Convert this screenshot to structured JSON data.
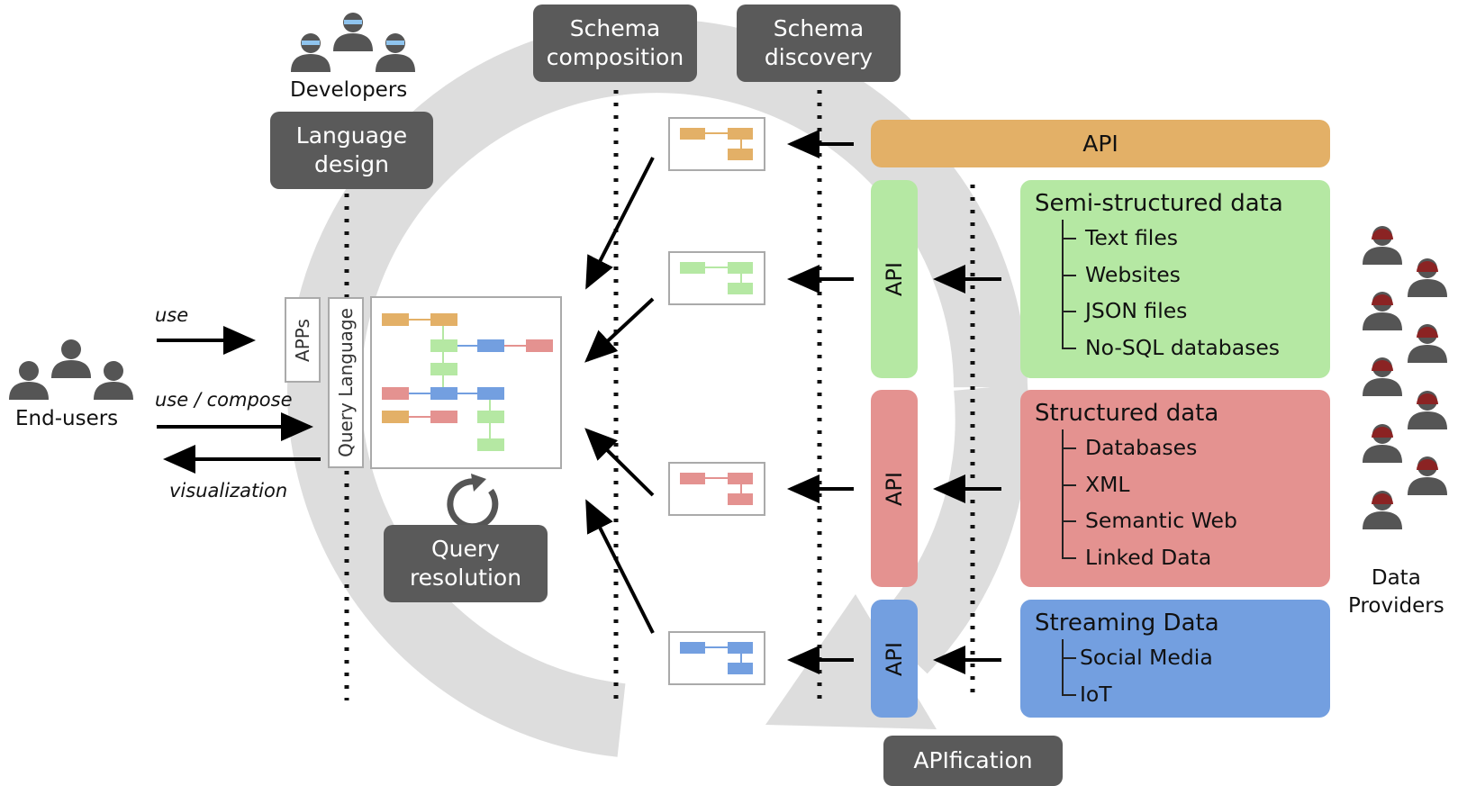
{
  "actors": {
    "developers": "Developers",
    "end_users": "End-users",
    "providers_line1": "Data",
    "providers_line2": "Providers"
  },
  "stages": {
    "language_design": [
      "Language",
      "design"
    ],
    "schema_composition": [
      "Schema",
      "composition"
    ],
    "schema_discovery": [
      "Schema",
      "discovery"
    ],
    "query_resolution": [
      "Query",
      "resolution"
    ],
    "apification": "APIfication"
  },
  "interactions": {
    "use": "use",
    "use_compose": "use  / compose",
    "visualization": "visualization"
  },
  "client": {
    "apps": "APPs",
    "query_language": "Query Language"
  },
  "api": {
    "top": "API",
    "semi": "API",
    "structured": "API",
    "streaming": "API"
  },
  "sources": {
    "semi": {
      "title": "Semi-structured data",
      "items": [
        "Text files",
        "Websites",
        "JSON files",
        "No-SQL databases"
      ]
    },
    "structured": {
      "title": "Structured data",
      "items": [
        "Databases",
        "XML",
        "Semantic Web",
        "Linked Data"
      ]
    },
    "streaming": {
      "title": "Streaming Data",
      "items": [
        "Social Media",
        "IoT"
      ]
    }
  },
  "colors": {
    "orange": "#e3b067",
    "green": "#b5e8a3",
    "red": "#e49290",
    "blue": "#739fe0",
    "dark": "#5a5a5a",
    "cycle": "#dddddd",
    "provider_hat": "#8b2323"
  },
  "icons": {
    "developer": "person-with-glasses-icon",
    "end_user": "person-icon",
    "provider": "person-with-hard-hat-icon",
    "refresh": "refresh-icon"
  }
}
